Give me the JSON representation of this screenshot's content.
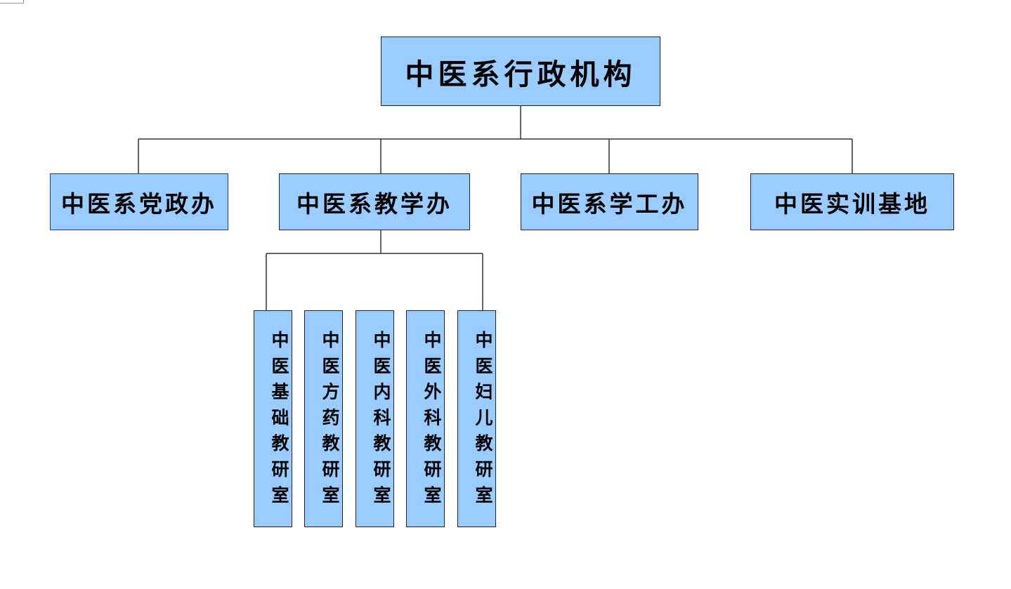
{
  "chart_data": {
    "type": "org-chart",
    "root": {
      "label": "中医系行政机构",
      "children": [
        {
          "label": "中医系党政办",
          "children": []
        },
        {
          "label": "中医系教学办",
          "children": [
            {
              "label": "中医基础教研室"
            },
            {
              "label": "中医方药教研室"
            },
            {
              "label": "中医内科教研室"
            },
            {
              "label": "中医外科教研室"
            },
            {
              "label": "中医妇儿教研室"
            }
          ]
        },
        {
          "label": "中医系学工办",
          "children": []
        },
        {
          "label": "中医实训基地",
          "children": []
        }
      ]
    },
    "selected_node": "中医系党政办",
    "colors": {
      "box_fill": "#99ccff",
      "box_border": "#222222",
      "connector": "#333333",
      "selected_border": "#1f2fd8"
    }
  }
}
